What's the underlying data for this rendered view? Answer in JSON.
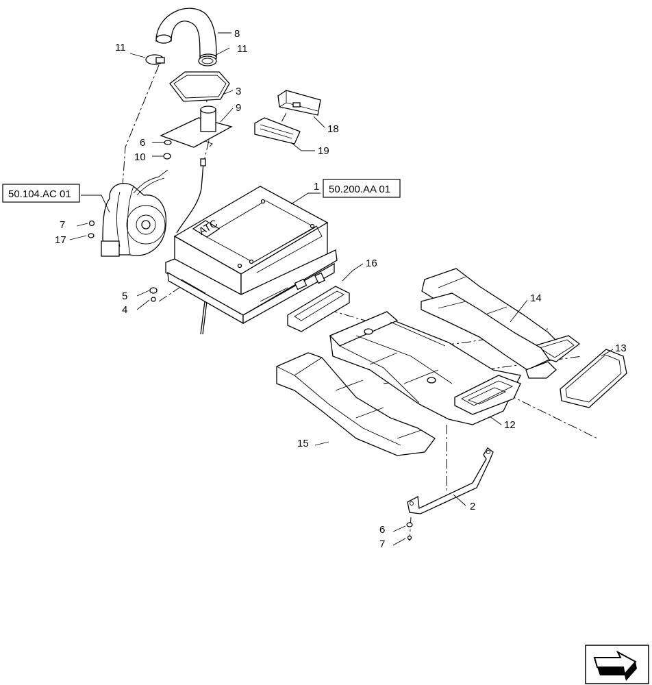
{
  "references": {
    "blower_ref": "50.104.AC 01",
    "module_ref": "50.200.AA 01"
  },
  "module_label": "ATC",
  "callouts": {
    "c1": "1",
    "c2": "2",
    "c3": "3",
    "c4": "4",
    "c5": "5",
    "c6a": "6",
    "c6b": "6",
    "c7a": "7",
    "c7b": "7",
    "c8": "8",
    "c9": "9",
    "c10": "10",
    "c11a": "11",
    "c11b": "11",
    "c12": "12",
    "c13": "13",
    "c14": "14",
    "c15": "15",
    "c16": "16",
    "c17": "17",
    "c18": "18",
    "c19": "19"
  },
  "icons": {
    "navigation": "next-page-arrow-icon"
  }
}
